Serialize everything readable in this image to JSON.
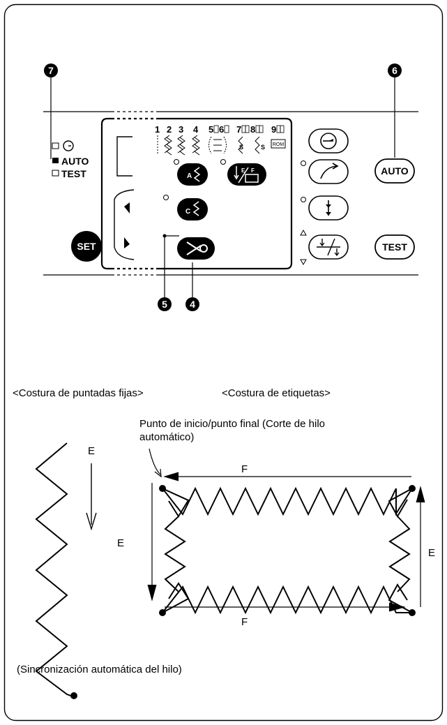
{
  "callouts": {
    "n7": "7",
    "n6": "6",
    "n5": "5",
    "n4": "4"
  },
  "legend": {
    "auto": "AUTO",
    "test": "TEST"
  },
  "patterns": {
    "n1": "1",
    "n2": "2",
    "n3": "3",
    "n4": "4",
    "n5": "5",
    "n6": "6",
    "n7": "7",
    "n8": "8",
    "n9": "9",
    "s": "S",
    "rom": "ROM"
  },
  "keys": {
    "a": "A",
    "c": "C",
    "e": "E",
    "f": "F",
    "set": "SET",
    "auto": "AUTO",
    "test": "TEST"
  },
  "captions": {
    "fixed_stitch": "<Costura de puntadas fijas>",
    "label_sewing": "<Costura de etiquetas>",
    "start_end": "Punto de inicio/punto final (Corte de hilo",
    "start_end_2": "automático)",
    "sync": "(Sincronización automática del hilo)"
  },
  "dims": {
    "e": "E",
    "f": "F"
  }
}
